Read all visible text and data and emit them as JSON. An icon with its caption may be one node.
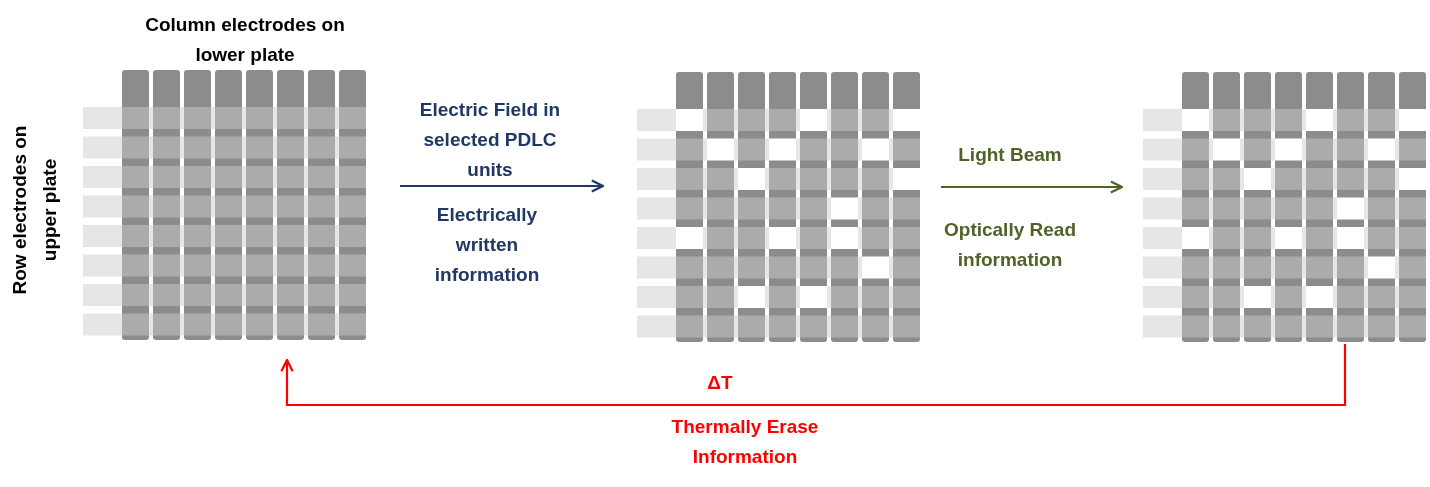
{
  "diagram": {
    "nodes": [
      {
        "text": [],
        "shape": "grid",
        "beside": [
          "Column electrodes on lower plate",
          "Row electrodes on upper plate"
        ]
      },
      {
        "text": [],
        "shape": "grid"
      },
      {
        "text": [],
        "shape": "grid"
      }
    ],
    "edges": [
      {
        "from": 0,
        "to": 1,
        "arrow": "to",
        "label": "Electric Field in selected PDLC units",
        "color": "#1f3864"
      },
      {
        "from": 1,
        "to": 2,
        "arrow": "to",
        "label": "Light Beam",
        "color": "#4f6228"
      },
      {
        "from": 2,
        "to": 0,
        "arrow": "to",
        "label": "ΔT",
        "color": "#ff0000"
      }
    ],
    "labels": [
      "Electrically written information",
      "Optically Read information",
      "Thermally Erase Information"
    ]
  }
}
